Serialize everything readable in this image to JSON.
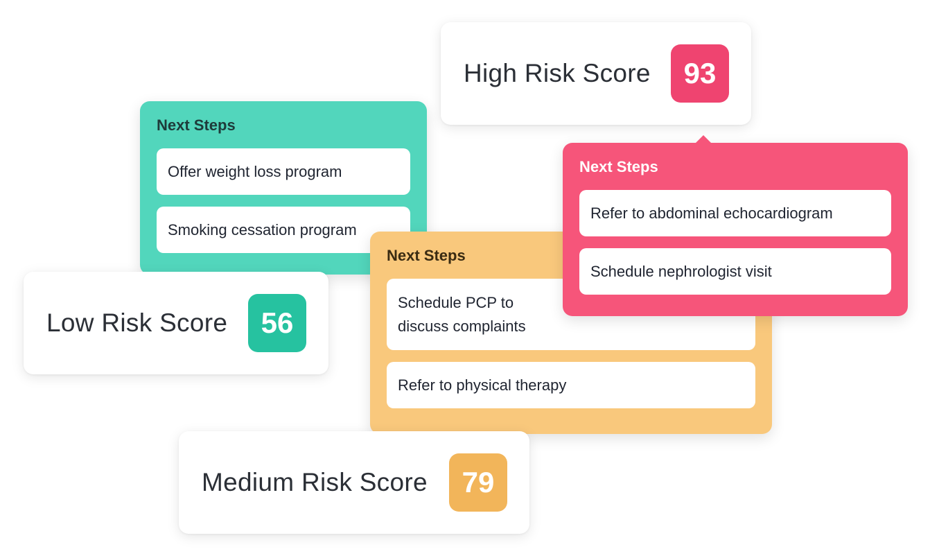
{
  "colors": {
    "low": "#52d6bc",
    "low_badge": "#26c2a0",
    "medium": "#f9c87c",
    "medium_badge": "#f2b55a",
    "high": "#f6557a",
    "high_badge": "#ef4470"
  },
  "high": {
    "label": "High Risk Score",
    "score": "93",
    "steps_title": "Next Steps",
    "steps": [
      "Refer to abdominal echocardiogram",
      "Schedule nephrologist visit"
    ]
  },
  "low": {
    "label": "Low Risk Score",
    "score": "56",
    "steps_title": "Next Steps",
    "steps": [
      "Offer weight loss program",
      "Smoking cessation program"
    ]
  },
  "medium": {
    "label": "Medium Risk Score",
    "score": "79",
    "steps_title": "Next Steps",
    "steps": [
      "Schedule PCP to discuss complaints",
      "Refer to physical therapy"
    ]
  }
}
